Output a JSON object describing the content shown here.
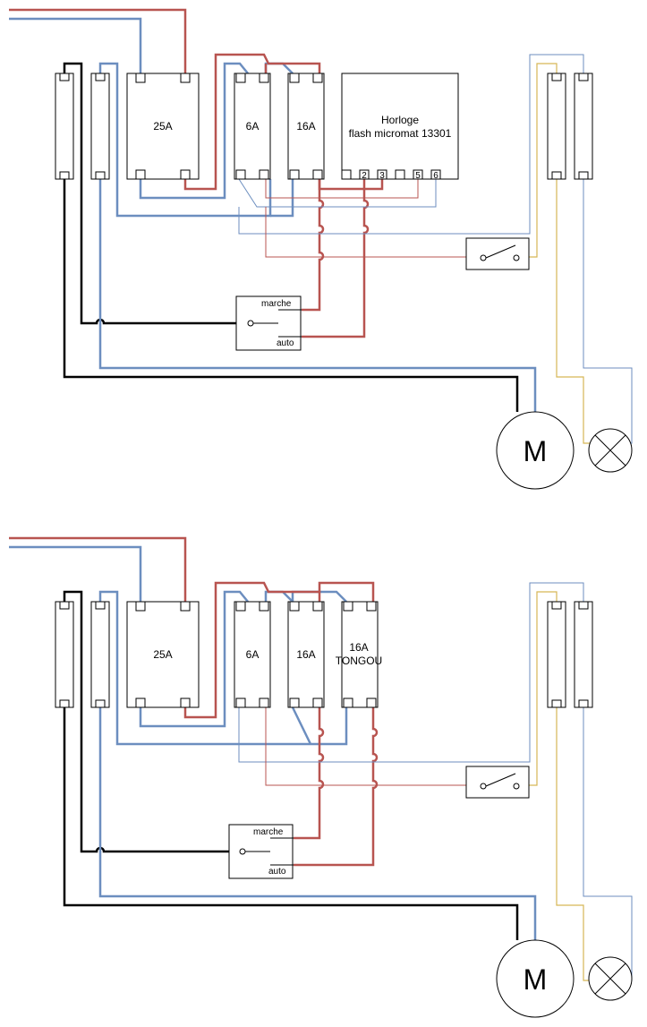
{
  "diagram_1": {
    "breaker_25a": "25A",
    "breaker_6a": "6A",
    "breaker_16a": "16A",
    "clock_line1": "Horloge",
    "clock_line2": "flash micromat 13301",
    "clock_terminals": [
      "",
      "2",
      "3",
      "",
      "5",
      "6"
    ],
    "switch_marche": "marche",
    "switch_auto": "auto",
    "motor": "M"
  },
  "diagram_2": {
    "breaker_25a": "25A",
    "breaker_6a": "6A",
    "breaker_16a": "16A",
    "breaker_tongou_line1": "16A",
    "breaker_tongou_line2": "TONGOU",
    "switch_marche": "marche",
    "switch_auto": "auto",
    "motor": "M"
  },
  "colors": {
    "phase": "#b85450",
    "neutral": "#6c8ebf",
    "earth": "#000000",
    "lamp_wire": "#d6b656"
  }
}
